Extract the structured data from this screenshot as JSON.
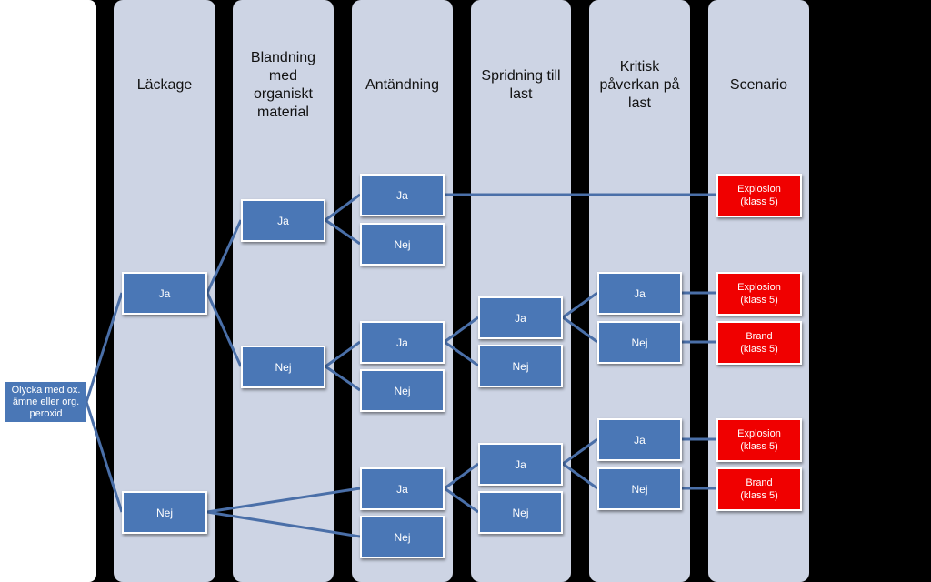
{
  "root": {
    "label": "Olycka med ox.\nämne eller org.\nperoxid"
  },
  "columns": [
    {
      "header": "Läckage"
    },
    {
      "header": "Blandning\nmed\norganiskt\nmaterial"
    },
    {
      "header": "Antändning"
    },
    {
      "header": "Spridning till\nlast"
    },
    {
      "header": "Kritisk\npåverkan på\nlast"
    },
    {
      "header": "Scenario"
    }
  ],
  "nodes": {
    "leak_ja": "Ja",
    "leak_nej": "Nej",
    "mix_ja": "Ja",
    "mix_nej": "Nej",
    "ign1_ja": "Ja",
    "ign1_nej": "Nej",
    "ign2_ja": "Ja",
    "ign2_nej": "Nej",
    "ign3_ja": "Ja",
    "ign3_nej": "Nej",
    "spr1_ja": "Ja",
    "spr1_nej": "Nej",
    "spr2_ja": "Ja",
    "spr2_nej": "Nej",
    "krit1_ja": "Ja",
    "krit1_nej": "Nej",
    "krit2_ja": "Ja",
    "krit2_nej": "Nej"
  },
  "scenarios": {
    "s1": "Explosion\n(klass 5)",
    "s2": "Explosion\n(klass 5)",
    "s3": "Brand\n(klass 5)",
    "s4": "Explosion\n(klass 5)",
    "s5": "Brand\n(klass 5)"
  },
  "colors": {
    "node": "#4a77b6",
    "scenario": "#f00000",
    "column": "#cdd4e4",
    "line": "#4a6fa8"
  }
}
